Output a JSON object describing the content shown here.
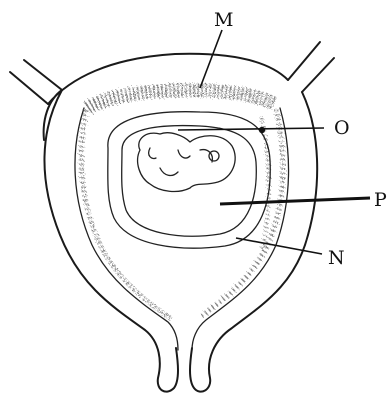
{
  "labels": {
    "m": "M",
    "o": "O",
    "p": "P",
    "n": "N"
  }
}
